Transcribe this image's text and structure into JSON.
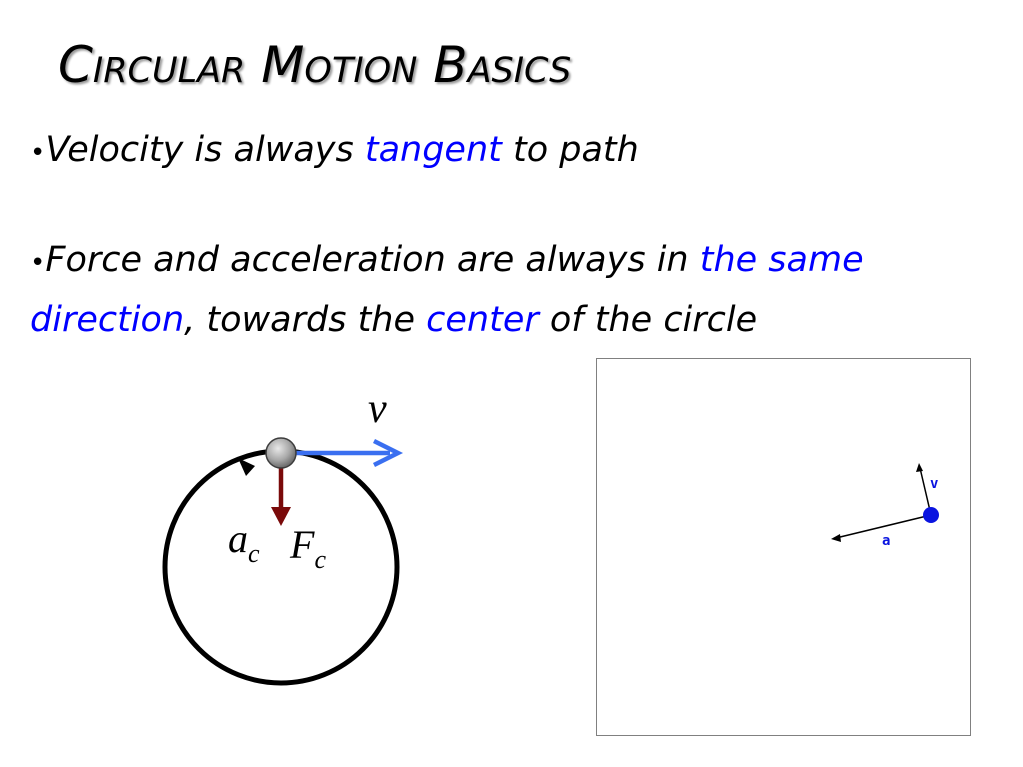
{
  "slide": {
    "title": "Circular Motion Basics",
    "bullet1": {
      "marker": "•",
      "pre": "Velocity is always ",
      "highlight": "tangent",
      "post": " to path"
    },
    "bullet2": {
      "marker": "•",
      "pre": "Force and acceleration are always in ",
      "highlight1": "the same direction",
      "mid": ", towards the ",
      "highlight2": "center",
      "post": " of the circle"
    }
  },
  "diagram": {
    "velocity_label": "v",
    "accel_label": "a",
    "accel_subscript": "c",
    "force_label": "F",
    "force_subscript": "c",
    "velocity_color": "#3a6ff0",
    "accel_color": "#7a0a0a"
  },
  "animation": {
    "v_label": "v",
    "a_label": "a",
    "dot_color": "#0a14e0"
  },
  "colors": {
    "highlight": "#0000ff",
    "text": "#000000"
  }
}
